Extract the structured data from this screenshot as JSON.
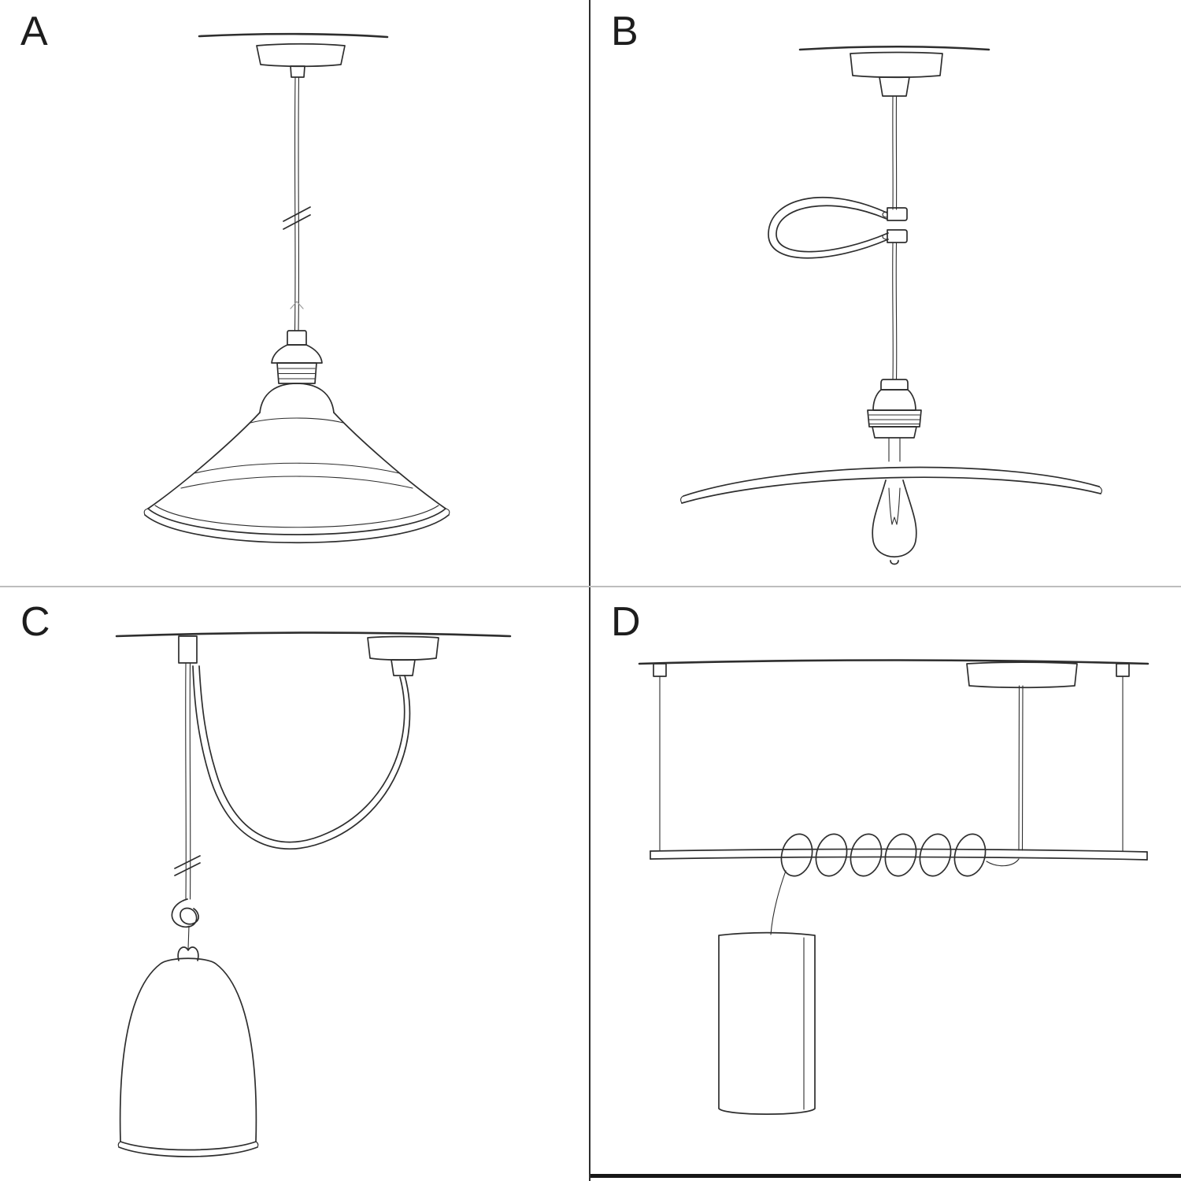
{
  "page": {
    "colors": {
      "background": "#ffffff",
      "stroke": "#2e2e2e",
      "stroke-faint": "#9a9a9a",
      "divider-v": "#2f2f2f",
      "divider-h": "#bdbdbd",
      "bottom-rule": "#161616",
      "label": "#1d1d1d"
    }
  },
  "panels": [
    {
      "label": "A",
      "sketch": "straight-pendant-cable-with-industrial-bistro-shade"
    },
    {
      "label": "B",
      "sketch": "pendant-with-cable-shortening-loop-clip-flat-plate-shade-and-filament-bulb"
    },
    {
      "label": "C",
      "sketch": "swag-pendant-over-ceiling-hook-with-cable-knot-and-dome-bell-shade"
    },
    {
      "label": "D",
      "sketch": "wire-hung-bar-suspension-with-coiled-cable-and-cylinder-tube-shade"
    }
  ]
}
